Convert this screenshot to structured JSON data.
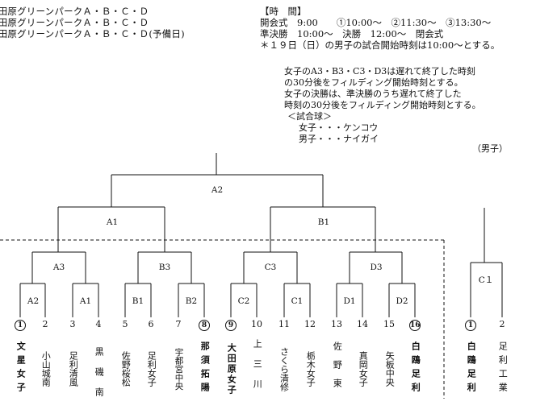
{
  "venues": [
    "大田原グリーンパークＡ・Ｂ・Ｃ・Ｄ",
    "大田原グリーンパークＡ・Ｂ・Ｃ・Ｄ",
    "大田原グリーンパークＡ・Ｂ・Ｃ・Ｄ(予備日)"
  ],
  "time": {
    "header": "【時　間】",
    "line1": "開会式　9:00　　①10:00～　②11:30～　③13:30～",
    "line2": "準決勝　10:00～　決勝　12:00～　閉会式",
    "line3": "＊１９日（日）の男子の試合開始時刻は10:00～とする。"
  },
  "notes": [
    "女子のA3・B3・C3・D3は遅れて終了した時刻",
    "の30分後をフィルディング開始時刻とする。",
    "女子の決勝は、準決勝のうち遅れて終了した",
    "時刻の30分後をフィルディング開始時刻とする。",
    "＜試合球＞",
    "女子・・・ケンコウ",
    "男子・・・ナイガイ"
  ],
  "boys_label": "（男子）",
  "matches": {
    "A2": "A2",
    "A1": "A1",
    "B1": "B1",
    "A3": "A3",
    "B3": "B3",
    "C3": "C3",
    "D3": "D3",
    "A2b": "A2",
    "A1b": "A1",
    "B1b": "B1",
    "B2": "B2",
    "C2": "C2",
    "C1": "C1",
    "D1": "D1",
    "D2": "D2",
    "C1boys": "C１"
  },
  "girls_teams": [
    {
      "seed": "1",
      "name": "文星女子",
      "seeded": true
    },
    {
      "seed": "2",
      "name": "小山城南",
      "seeded": false
    },
    {
      "seed": "3",
      "name": "足利清風",
      "seeded": false
    },
    {
      "seed": "4",
      "name": "黒磯南",
      "seeded": false
    },
    {
      "seed": "5",
      "name": "佐野桜松",
      "seeded": false
    },
    {
      "seed": "6",
      "name": "足利女子",
      "seeded": false
    },
    {
      "seed": "7",
      "name": "宇都宮中央",
      "seeded": false
    },
    {
      "seed": "8",
      "name": "那須拓陽",
      "seeded": true
    },
    {
      "seed": "9",
      "name": "大田原女子",
      "seeded": true
    },
    {
      "seed": "10",
      "name": "上三川",
      "seeded": false
    },
    {
      "seed": "11",
      "name": "さくら清修",
      "seeded": false
    },
    {
      "seed": "12",
      "name": "栃木女子",
      "seeded": false
    },
    {
      "seed": "13",
      "name": "佐野東",
      "seeded": false
    },
    {
      "seed": "14",
      "name": "真岡女子",
      "seeded": false
    },
    {
      "seed": "15",
      "name": "矢板中央",
      "seeded": false
    },
    {
      "seed": "16",
      "name": "白鴎足利",
      "seeded": true
    }
  ],
  "boys_teams": [
    {
      "seed": "1",
      "name": "白鴎足利",
      "seeded": true
    },
    {
      "seed": "2",
      "name": "足利工業",
      "seeded": false
    }
  ]
}
